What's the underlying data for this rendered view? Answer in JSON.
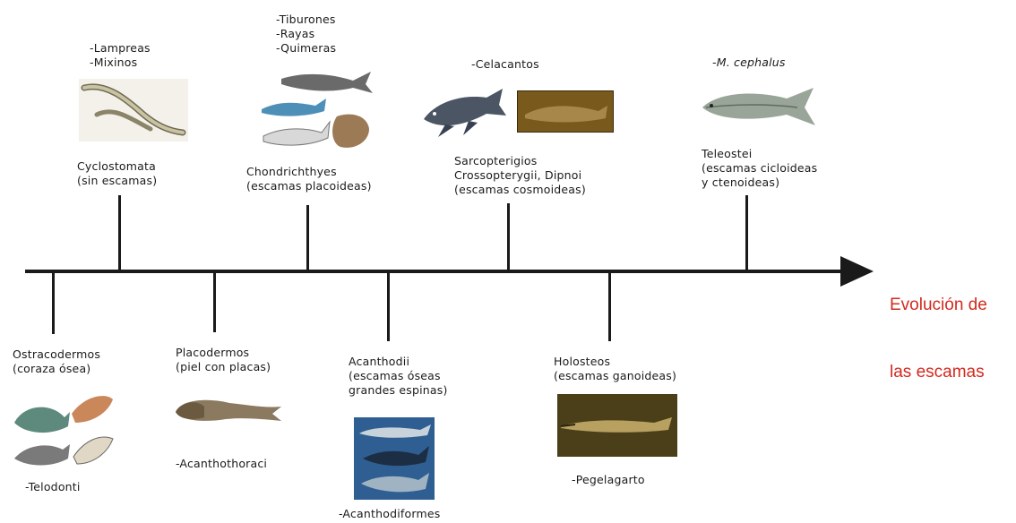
{
  "axis": {
    "title_line1": "Evolución de",
    "title_line2": "las escamas",
    "title_color": "#d42a1e",
    "line_color": "#1a1a1a"
  },
  "above": [
    {
      "examples": "-Lampreas\n-Mixinos",
      "group": "Cyclostomata\n(sin escamas)",
      "icons": [
        "lamprey-illustration"
      ]
    },
    {
      "examples": "-Tiburones\n-Rayas\n-Quimeras",
      "group": "Chondrichthyes\n(escamas placoideas)",
      "icons": [
        "shark-ray-chimaera-illustration"
      ]
    },
    {
      "examples": "-Celacantos",
      "group": "Sarcopterigios\nCrossopterygii, Dipnoi\n(escamas cosmoideas)",
      "icons": [
        "coelacanth-illustration",
        "lungfish-photo"
      ]
    },
    {
      "examples": "-M. cephalus",
      "examples_italic": true,
      "group": "Teleostei\n(escamas cicloideas\ny ctenoideas)",
      "icons": [
        "mullet-illustration"
      ]
    }
  ],
  "below": [
    {
      "group": "Ostracodermos\n(coraza ósea)",
      "examples": "-Telodonti",
      "icons": [
        "ostracoderm-illustration"
      ]
    },
    {
      "group": "Placodermos\n(piel con placas)",
      "examples": "-Acanthothoraci",
      "icons": [
        "placoderm-illustration"
      ]
    },
    {
      "group": "Acanthodii\n(escamas óseas\ngrandes espinas)",
      "examples": "-Acanthodiformes",
      "icons": [
        "acanthodian-illustration"
      ]
    },
    {
      "group": "Holosteos\n(escamas ganoideas)",
      "examples": "-Pegelagarto",
      "icons": [
        "gar-photo"
      ]
    }
  ]
}
